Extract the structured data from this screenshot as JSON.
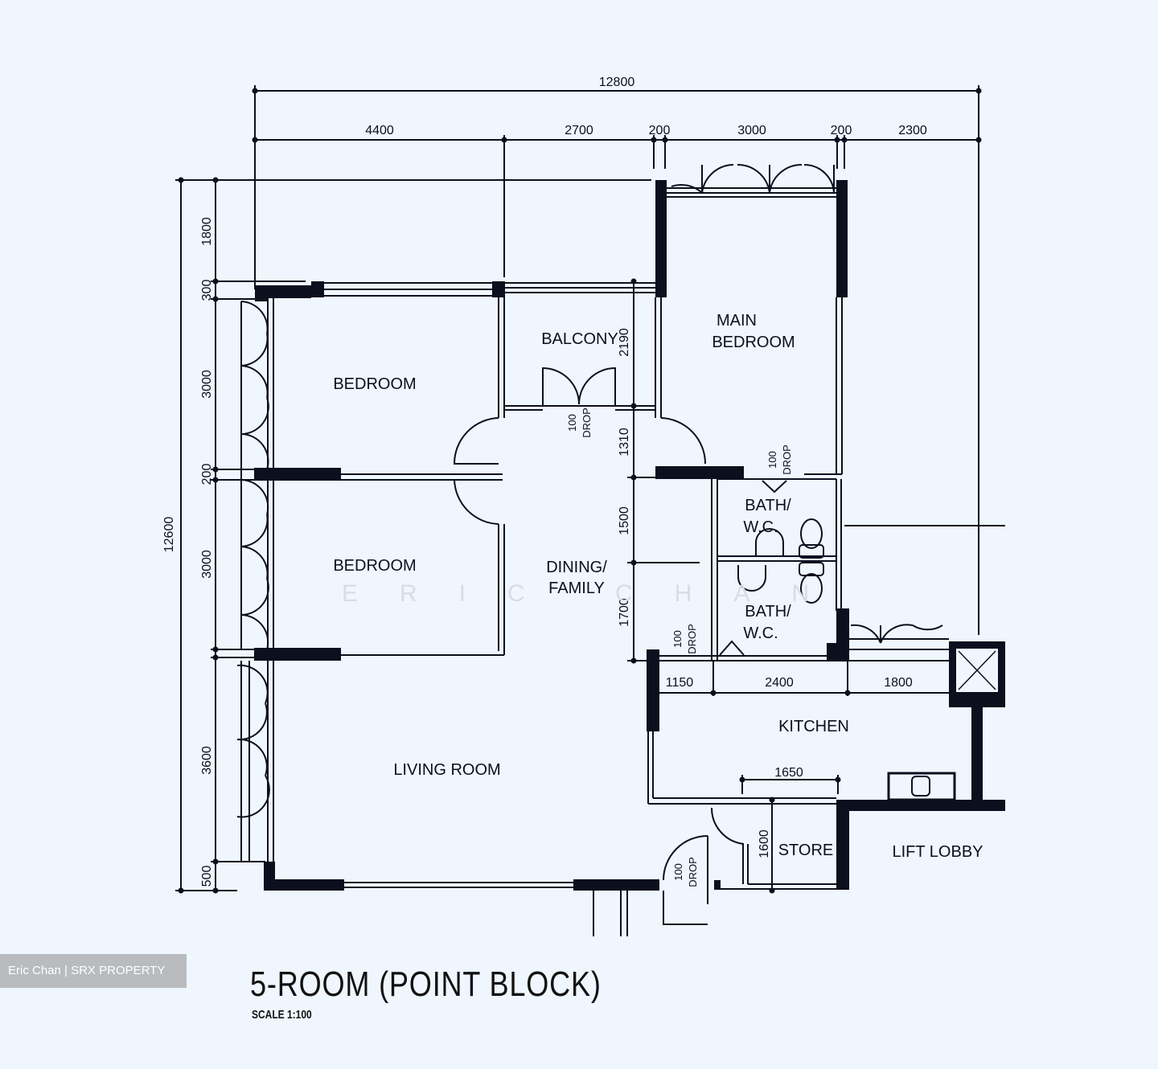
{
  "title": "5-ROOM (POINT BLOCK)",
  "scale": "SCALE  1:100",
  "credit": "Eric Chan | SRX PROPERTY",
  "watermark": "ERIC CHAN",
  "dimensions": {
    "overall_width": "12800",
    "overall_height": "12600",
    "top": [
      "4400",
      "2700",
      "200",
      "3000",
      "200",
      "2300"
    ],
    "left": [
      "1800",
      "300",
      "3000",
      "200",
      "3000",
      "3600",
      "500"
    ],
    "balcony_depth": "2190",
    "corridor_1": "1310",
    "corridor_2": "1500",
    "corridor_3": "1700",
    "kitchen": [
      "1150",
      "2400",
      "1800"
    ],
    "kitchen_counter": "1650",
    "store": "1600"
  },
  "rooms": {
    "bedroom_1": "BEDROOM",
    "bedroom_2": "BEDROOM",
    "balcony": "BALCONY",
    "main_bedroom_1": "MAIN",
    "main_bedroom_2": "BEDROOM",
    "dining_1": "DINING/",
    "dining_2": "FAMILY",
    "bath_1a": "BATH/",
    "bath_1b": "W.C.",
    "bath_2a": "BATH/",
    "bath_2b": "W.C.",
    "living": "LIVING  ROOM",
    "kitchen": "KITCHEN",
    "store": "STORE",
    "lift_lobby": "LIFT  LOBBY"
  },
  "drop_notes": {
    "value": "100",
    "label": "DROP"
  },
  "colors": {
    "background": "#eff6fe",
    "ink": "#0c0f1e",
    "badge": "#b9bbbe"
  }
}
